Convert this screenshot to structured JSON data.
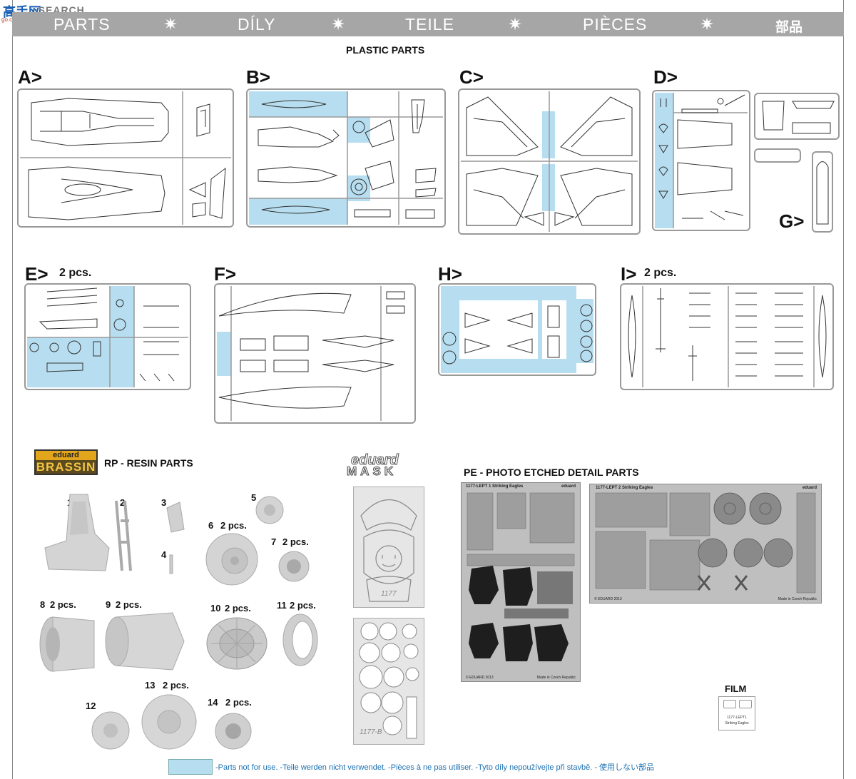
{
  "header": {
    "parts": "PARTS",
    "dily": "DÍLY",
    "teile": "TEILE",
    "pieces": "PIÈCES",
    "buhin": "部品",
    "separator": "✷"
  },
  "watermark": {
    "brand": "高手网",
    "search": "-SEARCH",
    "sub": "go.com.cn"
  },
  "plastic": {
    "title": "PLASTIC PARTS",
    "sprues": [
      {
        "label": "A>",
        "qty": ""
      },
      {
        "label": "B>",
        "qty": ""
      },
      {
        "label": "C>",
        "qty": ""
      },
      {
        "label": "D>",
        "qty": ""
      },
      {
        "label": "G>",
        "qty": ""
      },
      {
        "label": "E>",
        "qty": "2 pcs."
      },
      {
        "label": "F>",
        "qty": ""
      },
      {
        "label": "H>",
        "qty": ""
      },
      {
        "label": "I>",
        "qty": "2 pcs."
      }
    ]
  },
  "resin": {
    "brand_top": "eduard",
    "brand_bottom": "BRASSIN",
    "title": "RP - RESIN PARTS",
    "parts": [
      {
        "num": "1",
        "qty": ""
      },
      {
        "num": "2",
        "qty": ""
      },
      {
        "num": "3",
        "qty": ""
      },
      {
        "num": "4",
        "qty": ""
      },
      {
        "num": "5",
        "qty": ""
      },
      {
        "num": "6",
        "qty": "2 pcs."
      },
      {
        "num": "7",
        "qty": "2 pcs."
      },
      {
        "num": "8",
        "qty": "2 pcs."
      },
      {
        "num": "9",
        "qty": "2 pcs."
      },
      {
        "num": "10",
        "qty": "2 pcs."
      },
      {
        "num": "11",
        "qty": "2 pcs."
      },
      {
        "num": "12",
        "qty": ""
      },
      {
        "num": "13",
        "qty": "2 pcs."
      },
      {
        "num": "14",
        "qty": "2 pcs."
      }
    ]
  },
  "mask": {
    "brand_top": "eduard",
    "brand_bottom": "MASK",
    "sheet1": "1177",
    "sheet2": "1177-B"
  },
  "pe": {
    "title": "PE - PHOTO ETCHED DETAIL PARTS",
    "fret1_title": "1177-LEPT 1   Striking Eagles",
    "fret1_brand": "eduard",
    "fret1_footer_left": "© EDUARD 2013",
    "fret1_footer_right": "Made in Czech Republic",
    "fret2_title": "1177-LEPT 2   Striking Eagles",
    "fret2_brand": "eduard",
    "fret2_footer_left": "© EDUARD 2013",
    "fret2_footer_right": "Made in Czech Republic"
  },
  "film": {
    "title": "FILM",
    "line1": "1177-LEPT1",
    "line2": "Striking Eagles"
  },
  "legend": {
    "text": "-Parts not for use. -Teile werden nicht verwendet. -Pièces à ne pas utiliser. -Tyto díly nepoužívejte při stavbě. -    使用しない部品",
    "color": "#b7def0"
  }
}
